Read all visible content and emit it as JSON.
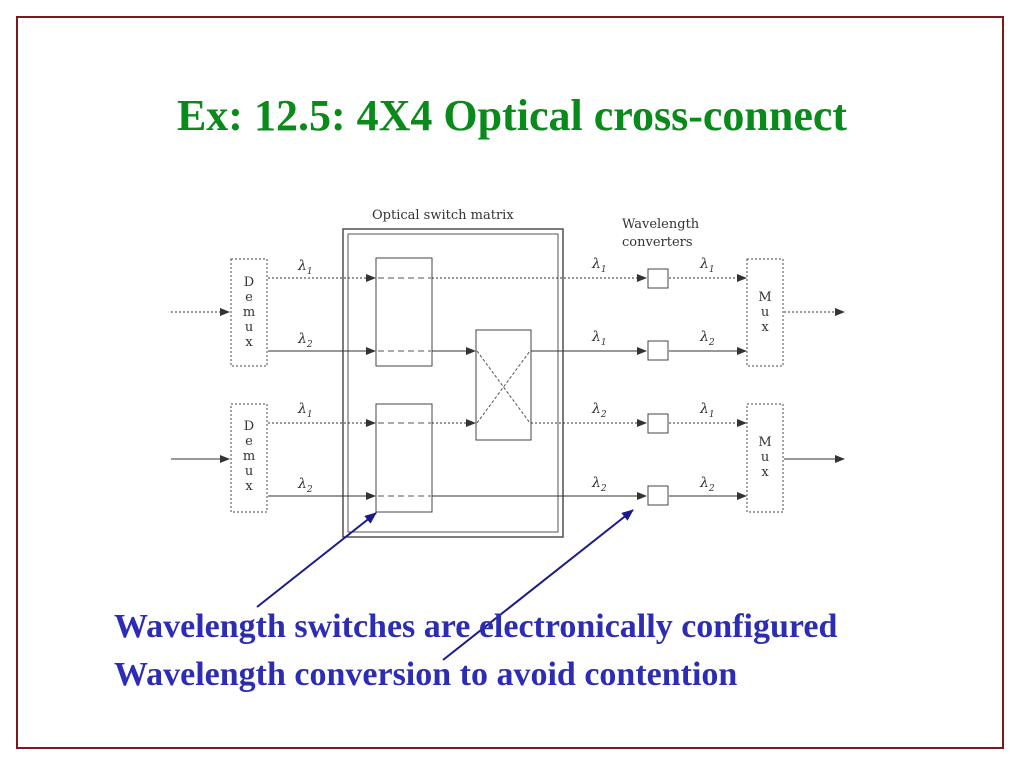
{
  "slide": {
    "title": "Ex: 12.5: 4X4 Optical cross-connect",
    "notes": [
      "Wavelength switches are electronically configured",
      "Wavelength conversion to avoid contention"
    ]
  },
  "diagram": {
    "switch_matrix_label": "Optical switch matrix",
    "converters_label_line1": "Wavelength",
    "converters_label_line2": "converters",
    "demux_letters": [
      "D",
      "e",
      "m",
      "u",
      "x"
    ],
    "mux_letters": [
      "M",
      "u",
      "x"
    ],
    "lambda_symbol": "λ",
    "subscripts": {
      "row1_in": "1",
      "row2_in": "2",
      "row3_in": "1",
      "row4_in": "2",
      "row1_mid": "1",
      "row2_mid": "1",
      "row3_mid": "2",
      "row4_mid": "2",
      "row1_out": "1",
      "row2_out": "2",
      "row3_out": "1",
      "row4_out": "2"
    }
  },
  "colors": {
    "title": "#0a8a1a",
    "notes": "#2d2db3",
    "frame": "#7a1a1a",
    "pointer_arrow": "#1a1a8a",
    "diagram_ink": "#333333"
  }
}
